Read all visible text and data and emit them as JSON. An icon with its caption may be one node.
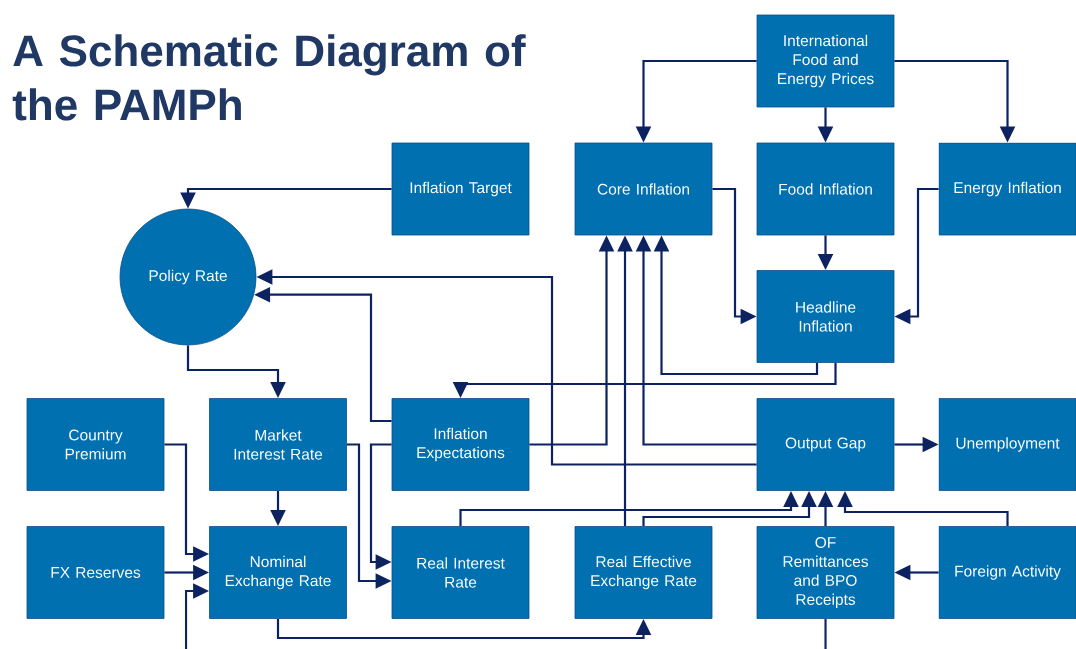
{
  "diagram": {
    "title": "A Schematic Diagram of the PAMPh",
    "nodes": [
      {
        "text": [
          "International Food and Energy Prices"
        ]
      },
      {
        "text": [
          "Inflation Target"
        ]
      },
      {
        "text": [
          "Core Inflation"
        ]
      },
      {
        "text": [
          "Food Inflation"
        ]
      },
      {
        "text": [
          "Energy Inflation"
        ]
      },
      {
        "text": [
          "Policy Rate"
        ]
      },
      {
        "text": [
          "Headline Inflation"
        ]
      },
      {
        "text": [
          "Country Premium"
        ]
      },
      {
        "text": [
          "Market Interest Rate"
        ]
      },
      {
        "text": [
          "Inflation Expectations"
        ]
      },
      {
        "text": [
          "Output Gap"
        ]
      },
      {
        "text": [
          "Unemployment"
        ]
      },
      {
        "text": [
          "FX Reserves"
        ]
      },
      {
        "text": [
          "Nominal Exchange Rate"
        ]
      },
      {
        "text": [
          "Real Interest Rate"
        ]
      },
      {
        "text": [
          "Real Effective Exchange Rate"
        ]
      },
      {
        "text": [
          "OF Remittances and BPO Receipts"
        ]
      },
      {
        "text": [
          "Foreign Activity"
        ]
      }
    ],
    "edges": [
      {
        "from": 0,
        "to": 2,
        "arrow": "to"
      },
      {
        "from": 0,
        "to": 3,
        "arrow": "to"
      },
      {
        "from": 0,
        "to": 4,
        "arrow": "to"
      },
      {
        "from": 1,
        "to": 5,
        "arrow": "to"
      },
      {
        "from": 2,
        "to": 6,
        "arrow": "to"
      },
      {
        "from": 3,
        "to": 6,
        "arrow": "to"
      },
      {
        "from": 4,
        "to": 6,
        "arrow": "to"
      },
      {
        "from": 6,
        "to": 2,
        "arrow": "to"
      },
      {
        "from": 6,
        "to": 9,
        "arrow": "to"
      },
      {
        "from": 5,
        "to": 8,
        "arrow": "to"
      },
      {
        "from": 9,
        "to": 5,
        "arrow": "to"
      },
      {
        "from": 10,
        "to": 5,
        "arrow": "to"
      },
      {
        "from": 9,
        "to": 2,
        "arrow": "to"
      },
      {
        "from": 10,
        "to": 2,
        "arrow": "to"
      },
      {
        "from": 15,
        "to": 2,
        "arrow": "to"
      },
      {
        "from": 7,
        "to": 13,
        "arrow": "to"
      },
      {
        "from": 12,
        "to": 13,
        "arrow": "to"
      },
      {
        "from": null,
        "to": 13,
        "arrow": "to"
      },
      {
        "from": 8,
        "to": 13,
        "arrow": "to"
      },
      {
        "from": 8,
        "to": 14,
        "arrow": "to"
      },
      {
        "from": 9,
        "to": 14,
        "arrow": "to"
      },
      {
        "from": 13,
        "to": 15,
        "arrow": "to"
      },
      {
        "from": 14,
        "to": 10,
        "arrow": "to"
      },
      {
        "from": 15,
        "to": 10,
        "arrow": "to"
      },
      {
        "from": 16,
        "to": 10,
        "arrow": "to"
      },
      {
        "from": 17,
        "to": 10,
        "arrow": "to"
      },
      {
        "from": 17,
        "to": 16,
        "arrow": "to"
      },
      {
        "from": 16,
        "to": null,
        "arrow": "none"
      },
      {
        "from": 10,
        "to": 11,
        "arrow": "to"
      }
    ]
  }
}
